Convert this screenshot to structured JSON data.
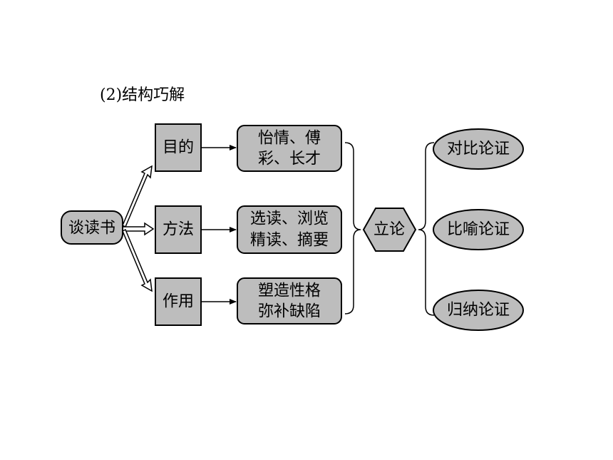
{
  "heading": "(2)结构巧解",
  "root": "谈读书",
  "aspects": [
    {
      "label": "目的",
      "detail": [
        "怡情、傅",
        "彩、长才"
      ]
    },
    {
      "label": "方法",
      "detail": [
        "选读、浏览",
        "精读、摘要"
      ]
    },
    {
      "label": "作用",
      "detail": [
        "塑造性格",
        "弥补缺陷"
      ]
    }
  ],
  "center": "立论",
  "methods": [
    "对比论证",
    "比喻论证",
    "归纳论证"
  ],
  "colors": {
    "fill": "#bdbdbd",
    "stroke": "#000000"
  }
}
